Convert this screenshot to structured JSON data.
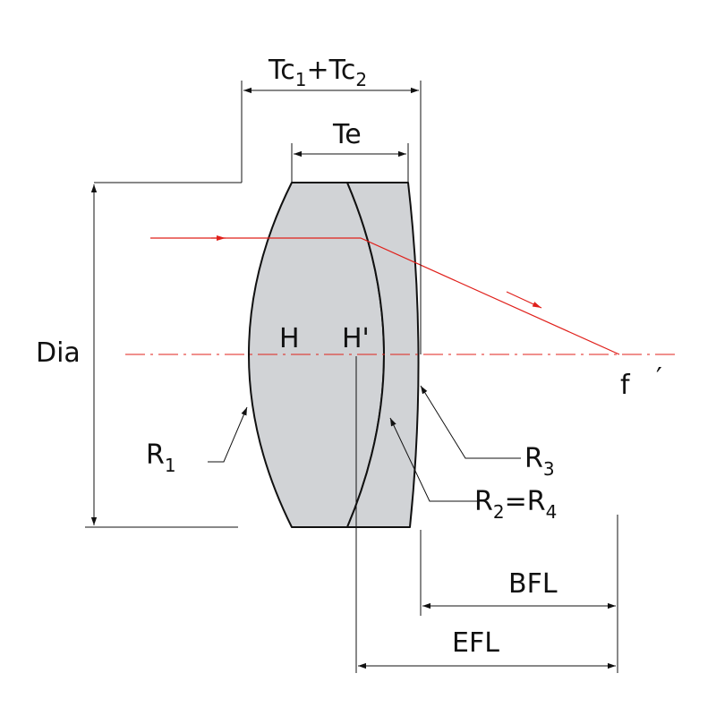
{
  "labels": {
    "tc_main": "Tc",
    "tc_sub1": "1",
    "tc_plus": "+Tc",
    "tc_sub2": "2",
    "te": "Te",
    "dia": "Dia",
    "h": "H",
    "h_prime": "H'",
    "f": "f",
    "f_prime_mark": "′",
    "r1_main": "R",
    "r1_sub": "1",
    "r3_main": "R",
    "r3_sub": "3",
    "r2_main": "R",
    "r2_sub": "2",
    "r2_eq": "=R",
    "r4_sub": "4",
    "bfl": "BFL",
    "efl": "EFL"
  },
  "colors": {
    "lens_fill": "#d1d3d6",
    "outline": "#111111",
    "ray": "#e0201b",
    "axis": "#e0201b",
    "background": "#ffffff"
  }
}
